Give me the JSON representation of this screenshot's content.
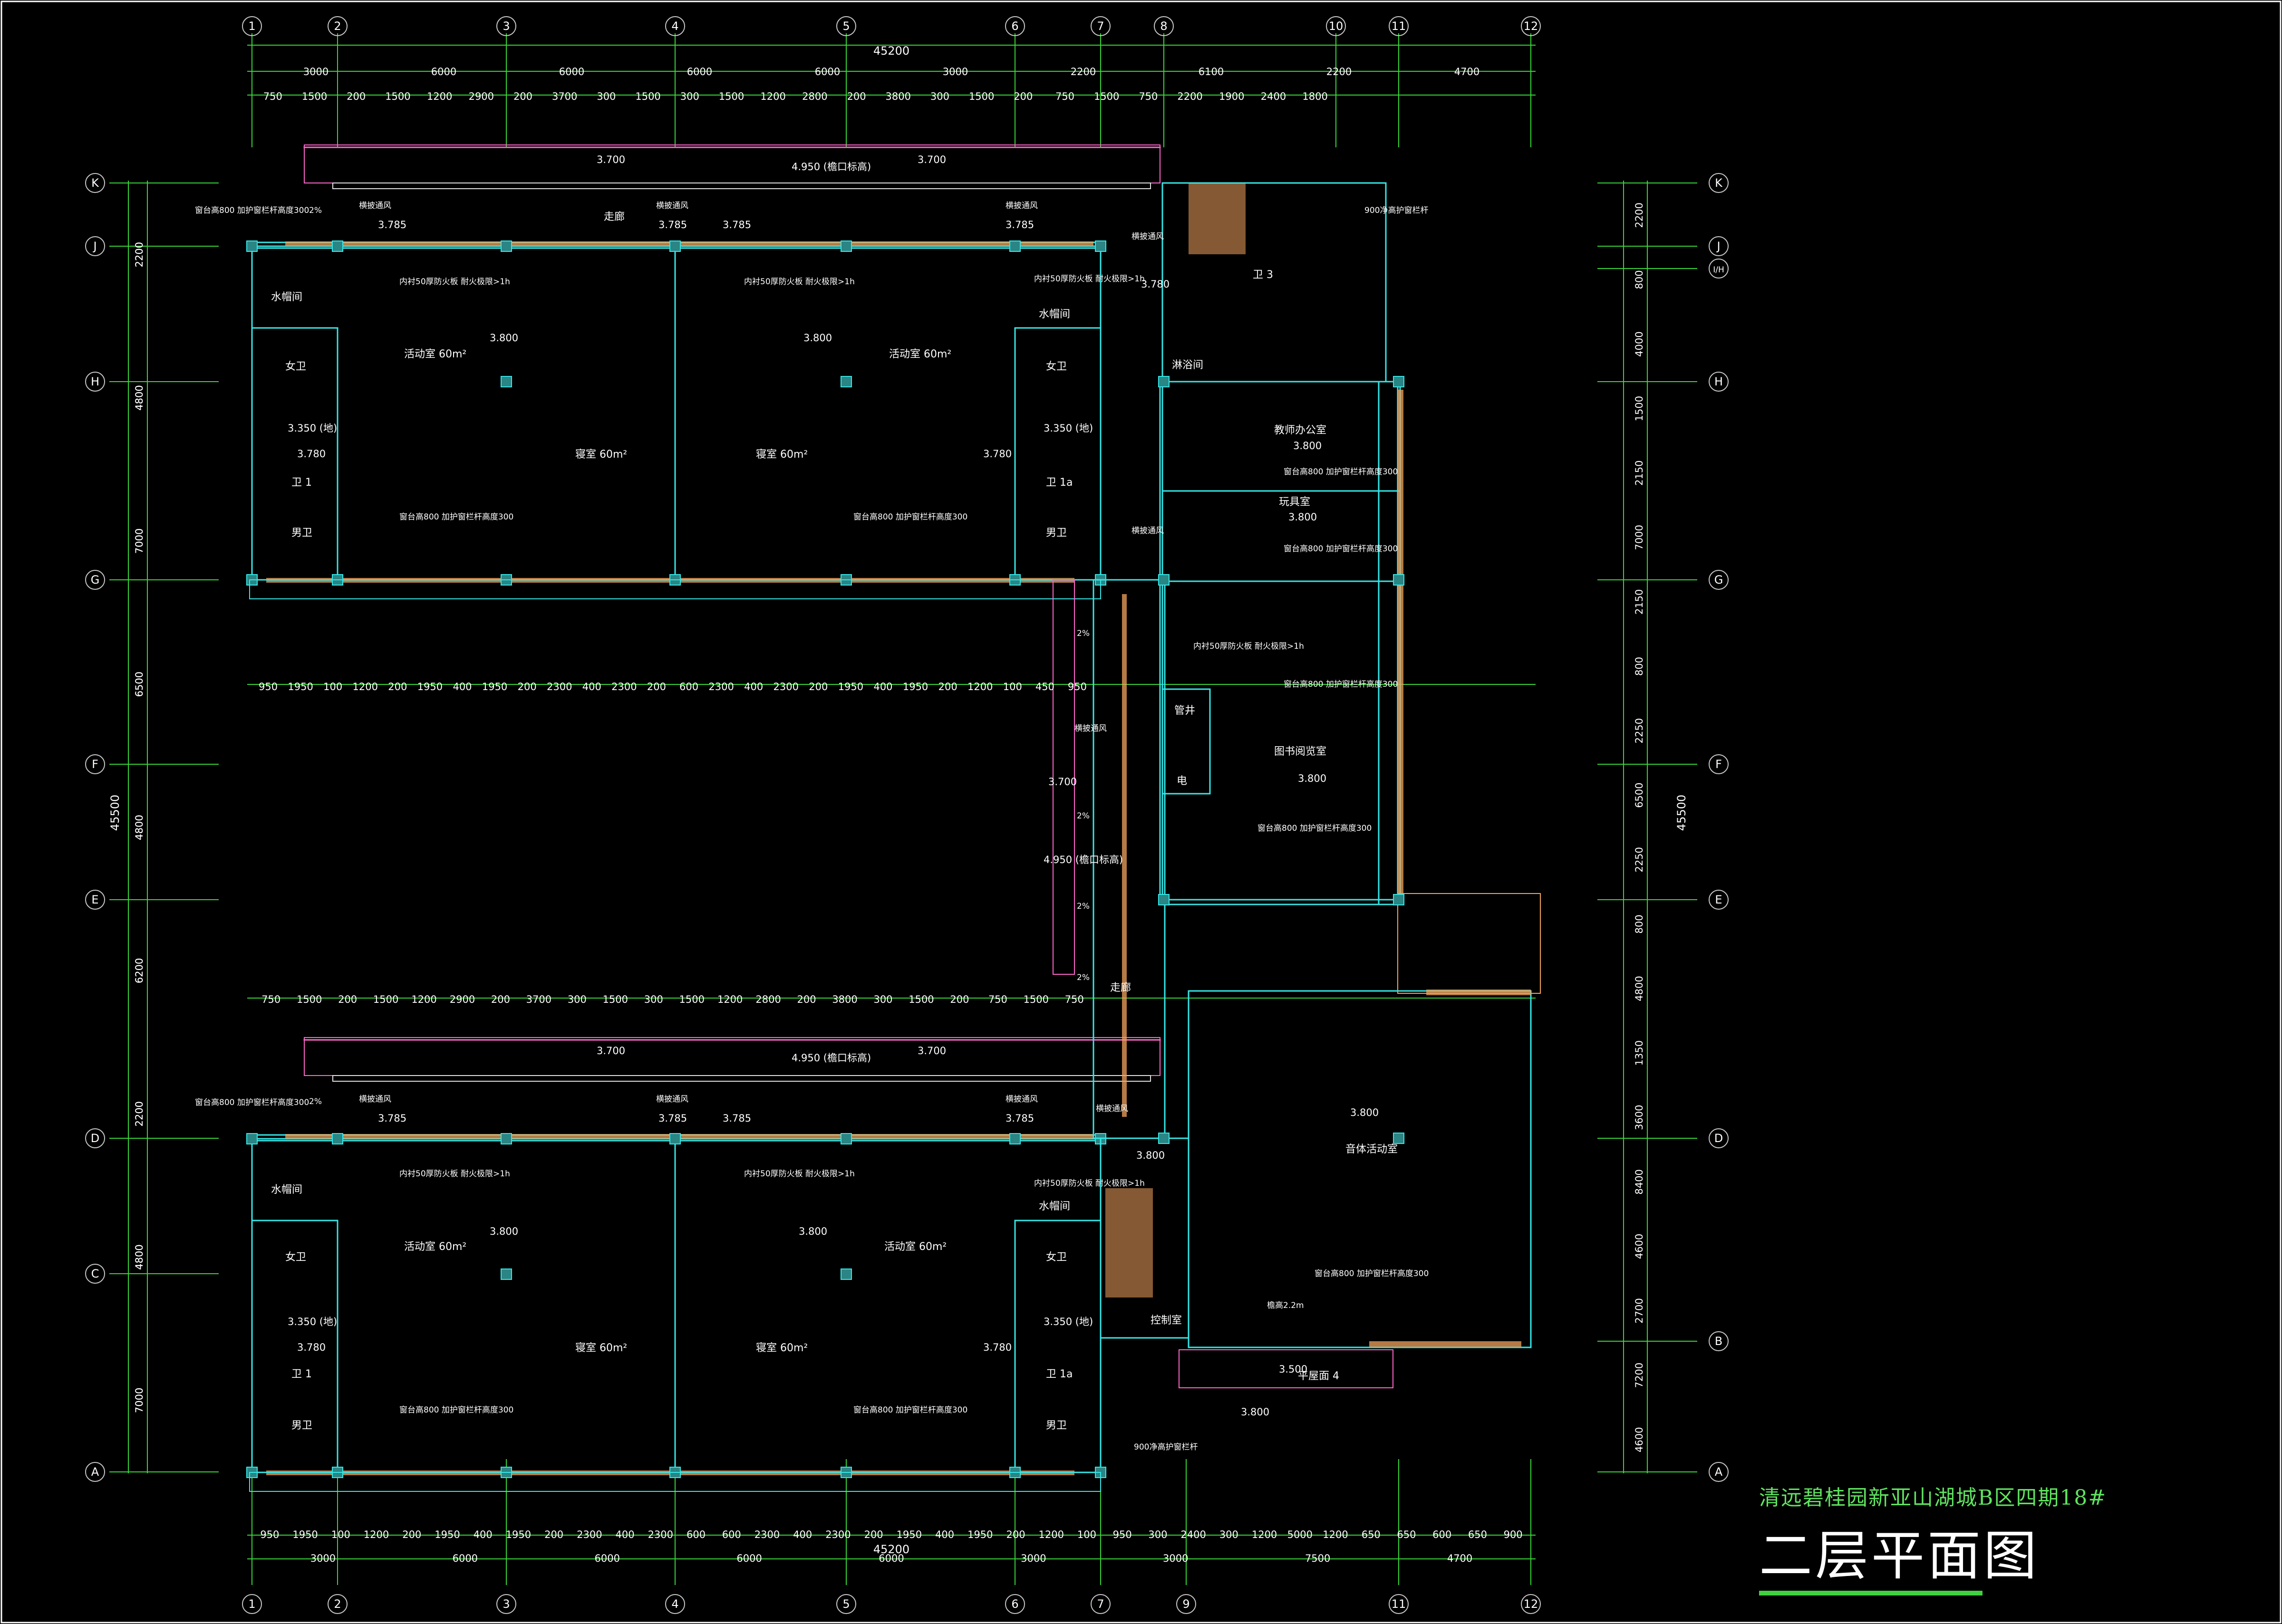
{
  "drawing": {
    "project": "清远碧桂园新亚山湖城B区四期18#",
    "title": "二层平面图",
    "colors": {
      "bg": "#000000",
      "grid": "#38d638",
      "wall": "#35e6e6",
      "slab": "#e0e0e0",
      "window": "#f2a35c",
      "bubble": "#c8c8c8",
      "label": "#ffffff",
      "pink": "#ff66cc"
    }
  },
  "axes": {
    "top": [
      "1",
      "2",
      "3",
      "4",
      "5",
      "6",
      "7",
      "8",
      "10",
      "11",
      "12"
    ],
    "bottom": [
      "1",
      "2",
      "3",
      "4",
      "5",
      "6",
      "7",
      "9",
      "11",
      "12"
    ],
    "left": [
      "K",
      "J",
      "H",
      "G",
      "F",
      "E",
      "D",
      "C",
      "A"
    ],
    "right": [
      "K",
      "J",
      "I/H",
      "H",
      "G",
      "F",
      "E",
      "D",
      "B",
      "A"
    ]
  },
  "dims": {
    "overall_width": "45200",
    "overall_height": "45500",
    "top_bays": [
      "3000",
      "6000",
      "6000",
      "6000",
      "6000",
      "3000",
      "2200",
      "6100",
      "2200",
      "4700"
    ],
    "top_detail": [
      "750",
      "1500",
      "200",
      "1500",
      "1200",
      "2900",
      "200",
      "3700",
      "300",
      "1500",
      "300",
      "1500",
      "1200",
      "2800",
      "200",
      "3800",
      "300",
      "1500",
      "200",
      "750",
      "1500",
      "750",
      "2200",
      "1900",
      "2400",
      "1800"
    ],
    "left_bays": [
      "2200",
      "4800",
      "7000",
      "6500",
      "4800",
      "6200",
      "2200",
      "4800",
      "7000"
    ],
    "right_bays": [
      "2200",
      "800",
      "4000",
      "1500",
      "2150",
      "7000",
      "2150",
      "800",
      "2250",
      "6500",
      "2250",
      "800",
      "4800",
      "1350",
      "3600",
      "8400",
      "4600",
      "2700",
      "7200",
      "4600"
    ],
    "mid_detail": [
      "950",
      "1950",
      "100",
      "1200",
      "200",
      "1950",
      "400",
      "1950",
      "200",
      "2300",
      "400",
      "2300",
      "200",
      "600",
      "2300",
      "400",
      "2300",
      "200",
      "1950",
      "400",
      "1950",
      "200",
      "1200",
      "100",
      "450",
      "950"
    ],
    "bottom_detail": [
      "950",
      "1950",
      "100",
      "1200",
      "200",
      "1950",
      "400",
      "1950",
      "200",
      "2300",
      "400",
      "2300",
      "600",
      "600",
      "2300",
      "400",
      "2300",
      "200",
      "1950",
      "400",
      "1950",
      "200",
      "1200",
      "100",
      "950",
      "300",
      "2400",
      "300",
      "1200",
      "5000",
      "1200",
      "650",
      "650",
      "600",
      "650",
      "900"
    ],
    "bottom_bays": [
      "3000",
      "6000",
      "6000",
      "6000",
      "6000",
      "3000",
      "3000",
      "7500",
      "4700"
    ]
  },
  "rooms": {
    "activity": "活动室 60m²",
    "bedroom": "寝室 60m²",
    "wc_f": "女卫",
    "wc_m": "男卫",
    "wc_1": "卫 1",
    "wc_1a": "卫 1a",
    "water": "水帽间",
    "corridor": "走廊",
    "teacher_office": "教师办公室",
    "toy": "玩具室",
    "library": "图书阅览室",
    "music": "音体活动室",
    "control": "控制室",
    "wc3": "卫 3",
    "shower": "淋浴间",
    "elec": "电",
    "well": "管井",
    "platform": "平屋面 4"
  },
  "levels": {
    "l3780": "3.780",
    "l3785": "3.785",
    "l3800": "3.800",
    "l3700": "3.700",
    "l4950": "4.950 (檐口标高)",
    "l3500": "3.500",
    "l3350": "3.350 (地)"
  },
  "notes": {
    "window_sill": "窗台高800 加护窗栏杆高度300",
    "fire_door": "内衬50厚防火板 耐火极限>1h",
    "rail900": "900净高护窗栏杆",
    "vent": "横披通风",
    "slope": "2%",
    "eave": "檐高2.2m"
  }
}
